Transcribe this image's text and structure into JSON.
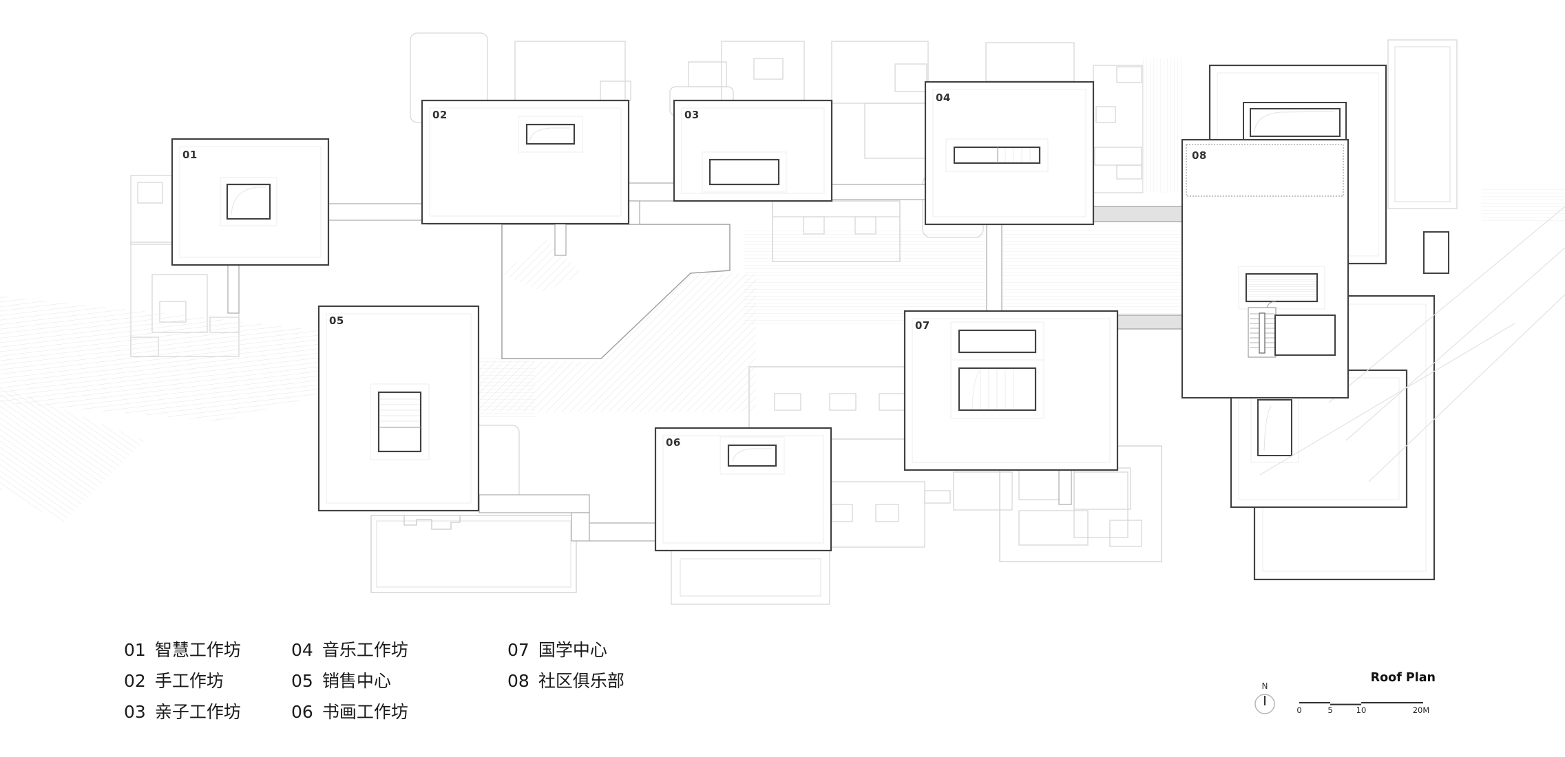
{
  "plan": {
    "buildings": [
      {
        "number": "01",
        "name": "智慧工作坊"
      },
      {
        "number": "02",
        "name": "手工作坊"
      },
      {
        "number": "03",
        "name": "亲子工作坊"
      },
      {
        "number": "04",
        "name": "音乐工作坊"
      },
      {
        "number": "05",
        "name": "销售中心"
      },
      {
        "number": "06",
        "name": "书画工作坊"
      },
      {
        "number": "07",
        "name": "国学中心"
      },
      {
        "number": "08",
        "name": "社区俱乐部"
      }
    ]
  },
  "legend": {
    "items": [
      {
        "number": "01",
        "name": "智慧工作坊"
      },
      {
        "number": "02",
        "name": "手工作坊"
      },
      {
        "number": "03",
        "name": "亲子工作坊"
      },
      {
        "number": "04",
        "name": "音乐工作坊"
      },
      {
        "number": "05",
        "name": "销售中心"
      },
      {
        "number": "06",
        "name": "书画工作坊"
      },
      {
        "number": "07",
        "name": "国学中心"
      },
      {
        "number": "08",
        "name": "社区俱乐部"
      }
    ]
  },
  "footer": {
    "title": "Roof Plan",
    "north_label": "N",
    "scale_labels": [
      "0",
      "5",
      "10",
      "20M"
    ]
  },
  "colors": {
    "building_border": "#414141",
    "faint_line": "#d7d7d7",
    "corridor_fill": "#e2e2e2",
    "text": "#1a1a1a",
    "background": "#ffffff"
  }
}
